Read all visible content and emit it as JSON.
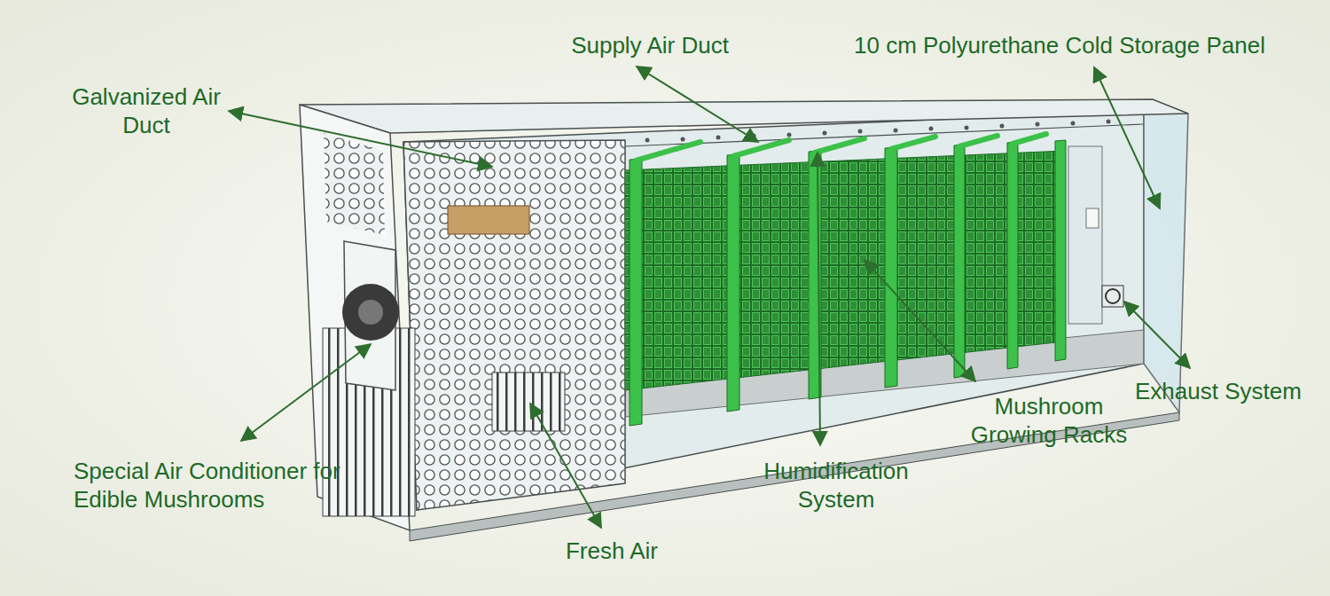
{
  "diagram": {
    "labels": [
      "Supply Air Duct",
      "10 cm Polyurethane Cold Storage Panel",
      "Galvanized Air Duct",
      "Special Air Conditioner for Edible Mushrooms",
      "Fresh Air",
      "Humidification System",
      "Mushroom Growing Racks",
      "Exhaust System"
    ]
  }
}
